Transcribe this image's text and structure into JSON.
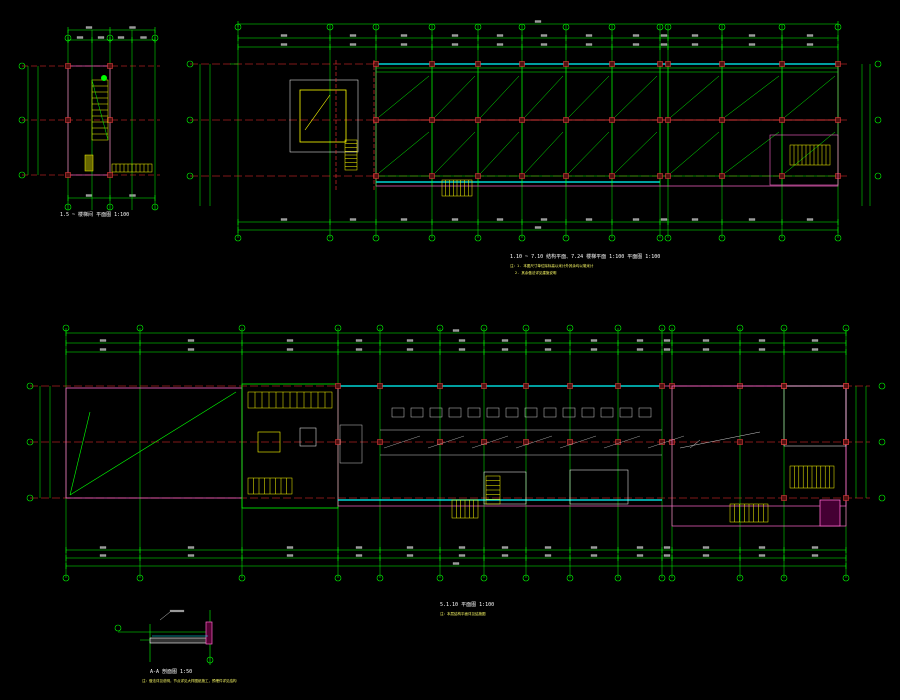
{
  "drawing": {
    "background": "#000000",
    "colors": {
      "grid": "#00ff00",
      "axis": "#ff3333",
      "wall": "#ff66cc",
      "column": "#ff4444",
      "window": "#00ffff",
      "stair": "#ffff00",
      "text": "#ffffff",
      "note": "#ffff66",
      "bubble": "#00ff00"
    },
    "titles": {
      "small_plan": "1.5 ~ 楼梯间 平面图 1:100",
      "top_plan": "1.10 ~ 7.10 结构平面、7.24 楼梯平面 1:100  平面图 1:100",
      "main_plan": "5.1.10 平面图 1:100",
      "section": "A-A 剖面图 1:50"
    },
    "notes": {
      "top_plan_1": "注：1. 本图尺寸单位除标高以米计外其余均以毫米计",
      "top_plan_2": "2. 其余做法详见建施说明",
      "main_plan_1": "注：本层结构平面详见结施图",
      "section_1": "注：做法详见说明，节点详见大样图纸施工，预埋件详见结构"
    }
  }
}
